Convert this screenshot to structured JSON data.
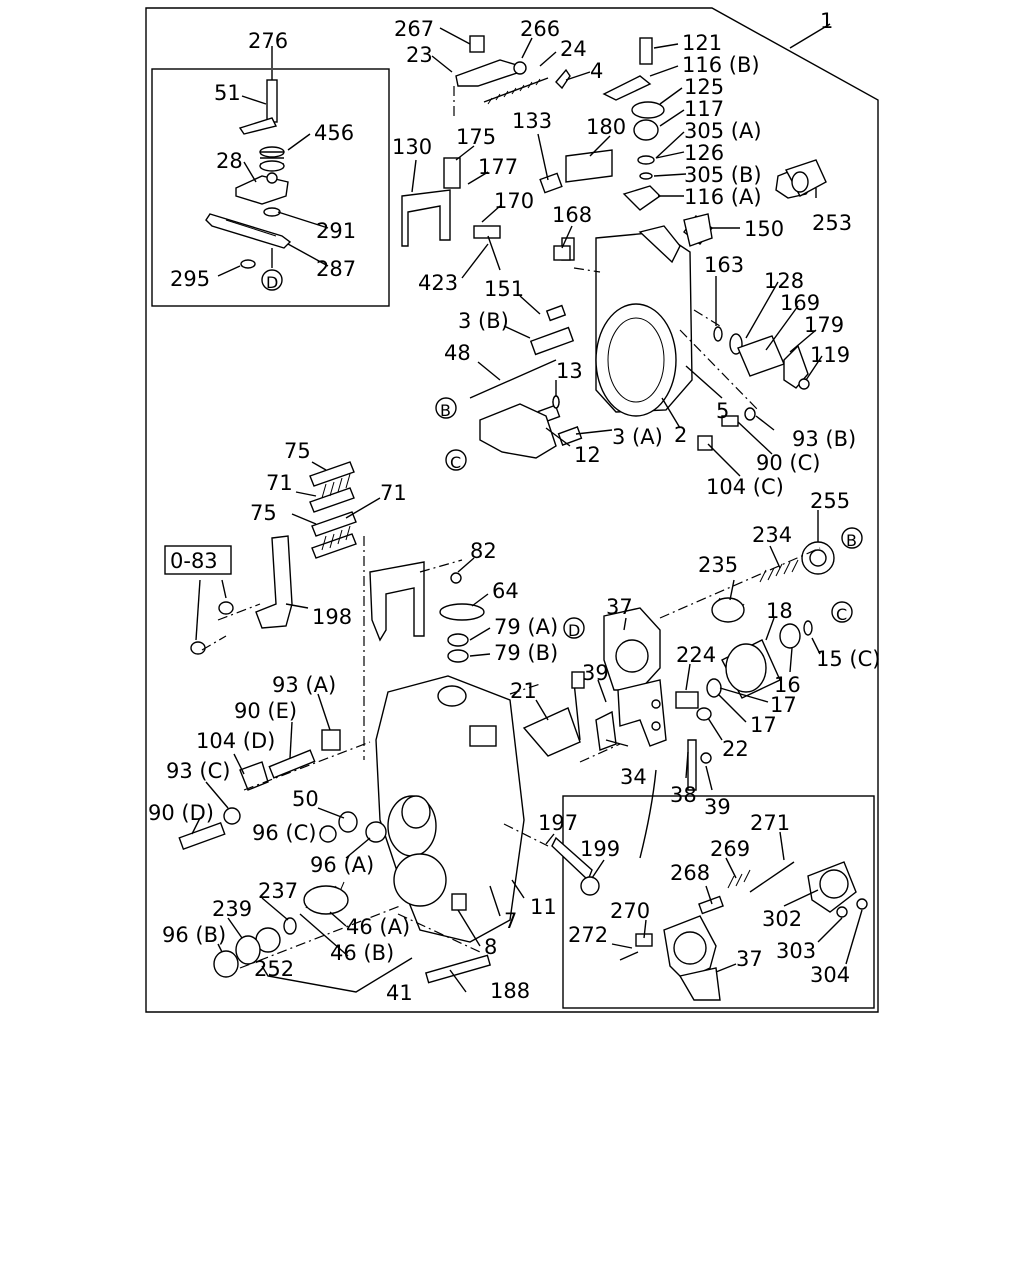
{
  "labels": {
    "l1": "1",
    "l2": "2",
    "l3a": "3 (A)",
    "l3b": "3 (B)",
    "l4": "4",
    "l5": "5",
    "l7": "7",
    "l8": "8",
    "l11": "11",
    "l12": "12",
    "l13": "13",
    "l15c": "15 (C)",
    "l16": "16",
    "l17a": "17",
    "l17b": "17",
    "l18": "18",
    "l21": "21",
    "l22": "22",
    "l23": "23",
    "l24": "24",
    "l28": "28",
    "l34": "34",
    "l37a": "37",
    "l37b": "37",
    "l38": "38",
    "l39a": "39",
    "l39b": "39",
    "l41": "41",
    "l46a": "46 (A)",
    "l46b": "46 (B)",
    "l48": "48",
    "l50": "50",
    "l51": "51",
    "l64": "64",
    "l71a": "71",
    "l71b": "71",
    "l75a": "75",
    "l75b": "75",
    "l79a": "79 (A)",
    "l79b": "79 (B)",
    "l82": "82",
    "l90c": "90 (C)",
    "l90d": "90 (D)",
    "l90e": "90 (E)",
    "l93a": "93 (A)",
    "l93b": "93 (B)",
    "l93c": "93 (C)",
    "l96a": "96 (A)",
    "l96b": "96 (B)",
    "l96c": "96 (C)",
    "l104c": "104 (C)",
    "l104d": "104 (D)",
    "l116a": "116 (A)",
    "l116b": "116 (B)",
    "l117": "117",
    "l119": "119",
    "l121": "121",
    "l125": "125",
    "l126": "126",
    "l128": "128",
    "l130": "130",
    "l133": "133",
    "l150": "150",
    "l151": "151",
    "l163": "163",
    "l168": "168",
    "l169": "169",
    "l170": "170",
    "l175": "175",
    "l177": "177",
    "l179": "179",
    "l180": "180",
    "l188": "188",
    "l197": "197",
    "l198": "198",
    "l199": "199",
    "l224": "224",
    "l234": "234",
    "l235": "235",
    "l237": "237",
    "l239": "239",
    "l252": "252",
    "l253": "253",
    "l255": "255",
    "l266": "266",
    "l267": "267",
    "l268": "268",
    "l269": "269",
    "l270": "270",
    "l271": "271",
    "l272": "272",
    "l276": "276",
    "l287": "287",
    "l291": "291",
    "l295": "295",
    "l302": "302",
    "l303": "303",
    "l304": "304",
    "l305a": "305 (A)",
    "l305b": "305 (B)",
    "l423": "423",
    "l456": "456",
    "l083": "0-83"
  },
  "refs": {
    "b_top": "B",
    "b_left": "B",
    "c_left": "C",
    "c_right": "C",
    "d_inset": "D",
    "d_lever": "D"
  }
}
